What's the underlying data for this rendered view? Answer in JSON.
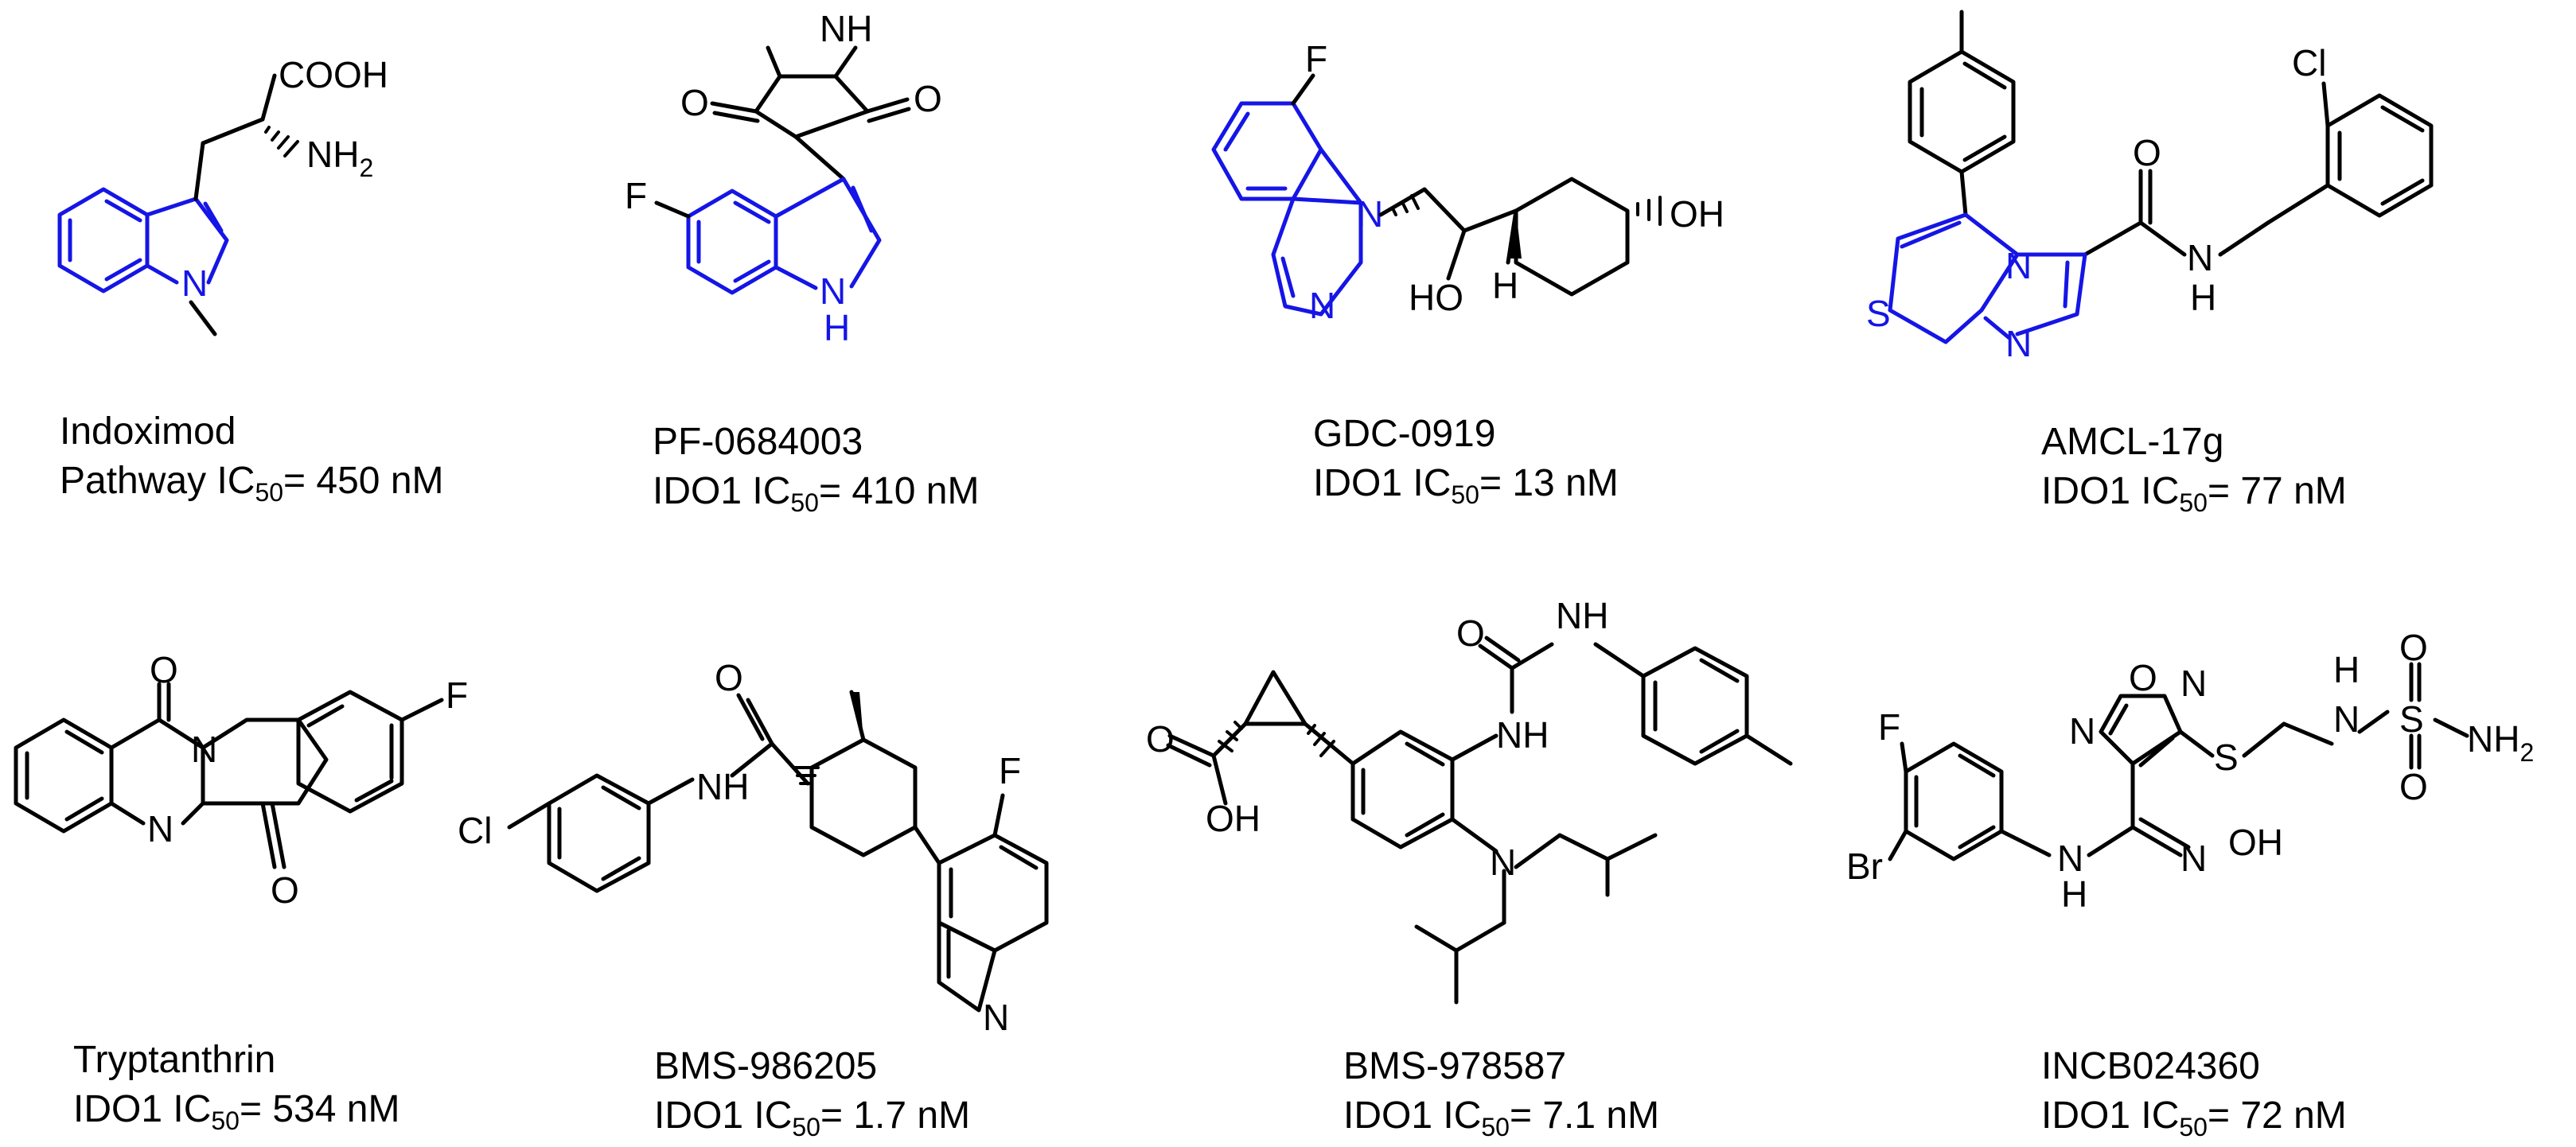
{
  "colors": {
    "scaffold": "#1515e6",
    "bond": "#000000",
    "background": "#ffffff"
  },
  "compounds": [
    {
      "name": "Indoximod",
      "assay": "Pathway IC",
      "sub": "50",
      "value": "= 450 nM"
    },
    {
      "name": "PF-0684003",
      "assay": "IDO1 IC",
      "sub": "50",
      "value": "= 410 nM"
    },
    {
      "name": "GDC-0919",
      "assay": "IDO1 IC",
      "sub": "50",
      "value": "= 13 nM"
    },
    {
      "name": "AMCL-17g",
      "assay": "IDO1 IC",
      "sub": "50",
      "value": "= 77 nM"
    },
    {
      "name": "Tryptanthrin",
      "assay": "IDO1 IC",
      "sub": "50",
      "value": "= 534 nM"
    },
    {
      "name": "BMS-986205",
      "assay": "IDO1 IC",
      "sub": "50",
      "value": "= 1.7 nM"
    },
    {
      "name": "BMS-978587",
      "assay": "IDO1 IC",
      "sub": "50",
      "value": "= 7.1 nM"
    },
    {
      "name": "INCB024360",
      "assay": "IDO1 IC",
      "sub": "50",
      "value": "= 72 nM"
    }
  ],
  "atom_labels": {
    "indoximod": {
      "acid": "COOH",
      "amine": "NH",
      "amine_sub": "2",
      "n": "N"
    },
    "pf": {
      "imide_n": "NH",
      "o1": "O",
      "o2": "O",
      "f": "F",
      "n": "N",
      "h": "H"
    },
    "gdc": {
      "f": "F",
      "n1": "N",
      "n2": "N",
      "oh1": "OH",
      "ho": "HO",
      "h": "H"
    },
    "amcl": {
      "cl": "Cl",
      "o": "O",
      "s": "S",
      "n1": "N",
      "n2": "N",
      "nh": "N",
      "h": "H"
    },
    "tryp": {
      "o1": "O",
      "o2": "O",
      "n1": "N",
      "n2": "N",
      "f": "F"
    },
    "bms986": {
      "o": "O",
      "nh": "NH",
      "cl": "Cl",
      "f": "F",
      "n": "N"
    },
    "bms978": {
      "o1": "O",
      "oh": "OH",
      "o2": "O",
      "nh1": "NH",
      "nh2": "NH",
      "n": "N"
    },
    "incb": {
      "o": "O",
      "n1": "N",
      "n2": "N",
      "s": "S",
      "h": "H",
      "n3": "N",
      "so2": "S",
      "o3": "O",
      "o4": "O",
      "nh2": "NH",
      "nh2_sub": "2",
      "f": "F",
      "br": "Br",
      "nh": "N",
      "h2": "H",
      "n4": "N",
      "oh": "OH"
    }
  }
}
